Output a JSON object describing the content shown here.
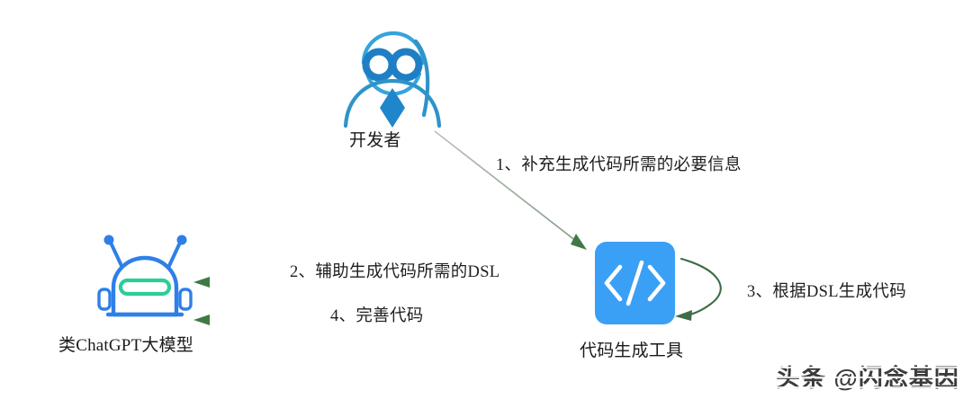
{
  "diagram": {
    "title": "",
    "background_color": "#ffffff",
    "nodes": [
      {
        "id": "developer",
        "label": "开发者",
        "icon": "developer-person-icon",
        "color": "#2e93d1"
      },
      {
        "id": "llm",
        "label": "类ChatGPT大模型",
        "icon": "robot-icon",
        "color": "#2f7fe8",
        "accent_color": "#2ecc9a"
      },
      {
        "id": "tool",
        "label": "代码生成工具",
        "icon": "code-brackets-icon",
        "color": "#3aa0f5"
      }
    ],
    "edges": [
      {
        "id": "edge-1",
        "label": "1、补充生成代码所需的必要信息",
        "from": "developer",
        "to": "tool",
        "style": "diagonal-arrow",
        "color": "#4a7a4a"
      },
      {
        "id": "edge-2",
        "label": "2、辅助生成代码所需的DSL",
        "from": "tool",
        "to": "llm",
        "style": "horizontal-arrow-left",
        "color": "#4a7a4a"
      },
      {
        "id": "edge-3",
        "label": "3、根据DSL生成代码",
        "from": "tool",
        "to": "tool",
        "style": "self-loop-arrow",
        "color": "#3f6b46"
      },
      {
        "id": "edge-4",
        "label": "4、完善代码",
        "from": "tool",
        "to": "llm",
        "style": "horizontal-arrow-left",
        "color": "#4a7a4a"
      }
    ]
  },
  "watermark": {
    "text": "头条 @闪念基因"
  }
}
